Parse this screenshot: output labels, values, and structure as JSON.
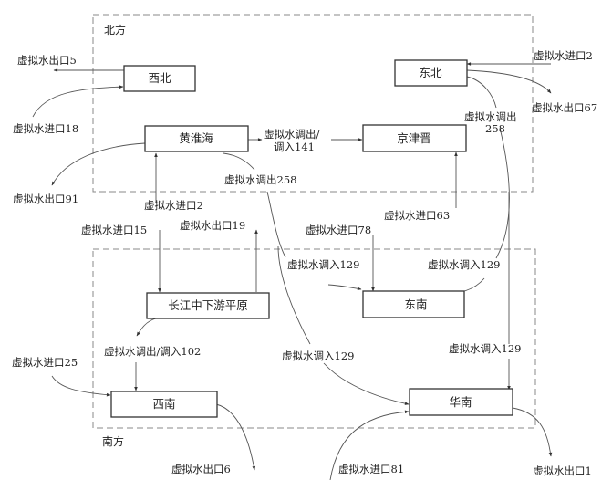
{
  "regions": {
    "north": "北方",
    "south": "南方"
  },
  "nodes": {
    "xibei": "西北",
    "dongbei": "东北",
    "huanghuaihai": "黄淮海",
    "jingjinjin": "京津晋",
    "changjiang": "长江中下游平原",
    "dongnan": "东南",
    "xinan": "西南",
    "huanan": "华南"
  },
  "labels": {
    "xibei_out": "虚拟水出口5",
    "xibei_in": "虚拟水进口18",
    "dongbei_in": "虚拟水进口2",
    "dongbei_out": "虚拟水出口67",
    "dongbei_transfer_line1": "虚拟水调出",
    "dongbei_transfer_line2": "258",
    "hhh_transfer_line1": "虚拟水调出/",
    "hhh_transfer_line2": "调入141",
    "hhh_out": "虚拟水出口91",
    "hhh_transfer_out": "虚拟水调出258",
    "hhh_in": "虚拟水进口2",
    "jjj_in": "虚拟水进口63",
    "cj_in": "虚拟水进口15",
    "cj_out": "虚拟水出口19",
    "dn_in": "虚拟水进口78",
    "dn_transfer_in_a": "虚拟水调入129",
    "dn_transfer_in_b": "虚拟水调入129",
    "cj_xn_transfer": "虚拟水调出/调入102",
    "hn_transfer_in_a": "虚拟水调入129",
    "hn_transfer_in_b": "虚拟水调入129",
    "xn_in": "虚拟水进口25",
    "xn_out": "虚拟水出口6",
    "hn_in": "虚拟水进口81",
    "hn_out": "虚拟水出口1"
  }
}
